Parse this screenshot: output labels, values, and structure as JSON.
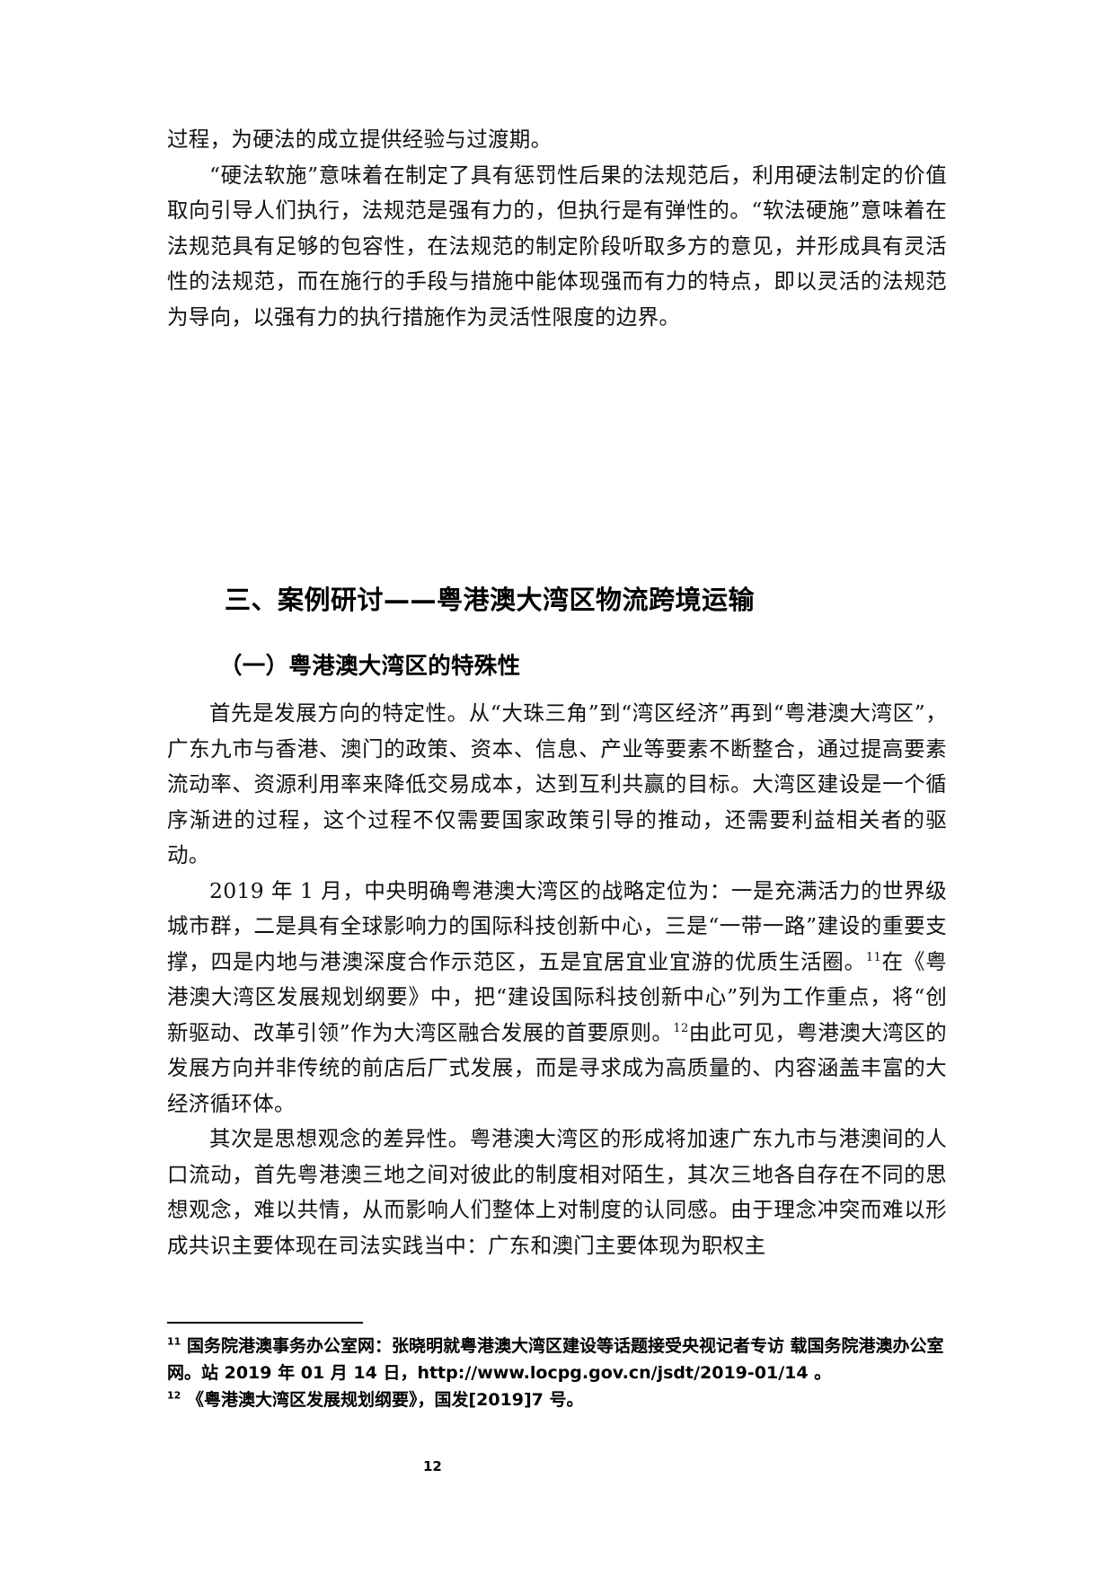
{
  "section_continuation": {
    "p1": "过程，为硬法的成立提供经验与过渡期。",
    "p2": "“硬法软施”意味着在制定了具有惩罚性后果的法规范后，利用硬法制定的价值取向引导人们执行，法规范是强有力的，但执行是有弹性的。“软法硬施”意味着在法规范具有足够的包容性，在法规范的制定阶段听取多方的意见，并形成具有灵活性的法规范，而在施行的手段与措施中能体现强而有力的特点，即以灵活的法规范为导向，以强有力的执行措施作为灵活性限度的边界。"
  },
  "heading_1": "三、案例研讨——粤港澳大湾区物流跨境运输",
  "heading_2": "（一）粤港澳大湾区的特殊性",
  "section_body": {
    "p1": "首先是发展方向的特定性。从“大珠三角”到“湾区经济”再到“粤港澳大湾区”，广东九市与香港、澳门的政策、资本、信息、产业等要素不断整合，通过提高要素流动率、资源利用率来降低交易成本，达到互利共赢的目标。大湾区建设是一个循序渐进的过程，这个过程不仅需要国家政策引导的推动，还需要利益相关者的驱动。",
    "p2_a": "2019 年 1 月，中央明确粤港澳大湾区的战略定位为：一是充满活力的世界级城市群，二是具有全球影响力的国际科技创新中心，三是“一带一路”建设的重要支撑，四是内地与港澳深度合作示范区，五是宜居宜业宜游的优质生活圈。",
    "p2_ref1": "11",
    "p2_b": "在《粤港澳大湾区发展规划纲要》中，把“建设国际科技创新中心”列为工作重点，将“创新驱动、改革引领”作为大湾区融合发展的首要原则。",
    "p2_ref2": "12",
    "p2_c": "由此可见，粤港澳大湾区的发展方向并非传统的前店后厂式发展，而是寻求成为高质量的、内容涵盖丰富的大经济循环体。",
    "p3": "其次是思想观念的差异性。粤港澳大湾区的形成将加速广东九市与港澳间的人口流动，首先粤港澳三地之间对彼此的制度相对陌生，其次三地各自存在不同的思想观念，难以共情，从而影响人们整体上对制度的认同感。由于理念冲突而难以形成共识主要体现在司法实践当中：广东和澳门主要体现为职权主"
  },
  "footnotes": [
    {
      "number": "11",
      "text": "国务院港澳事务办公室网：张晓明就粤港澳大湾区建设等话题接受央视记者专访 载国务院港澳办公室网。站 2019 年 01 月 14 日，http://www.locpg.gov.cn/jsdt/2019-01/14 。"
    },
    {
      "number": "12",
      "text": "《粤港澳大湾区发展规划纲要》，国发[2019]7 号。"
    }
  ],
  "page_number": "12"
}
